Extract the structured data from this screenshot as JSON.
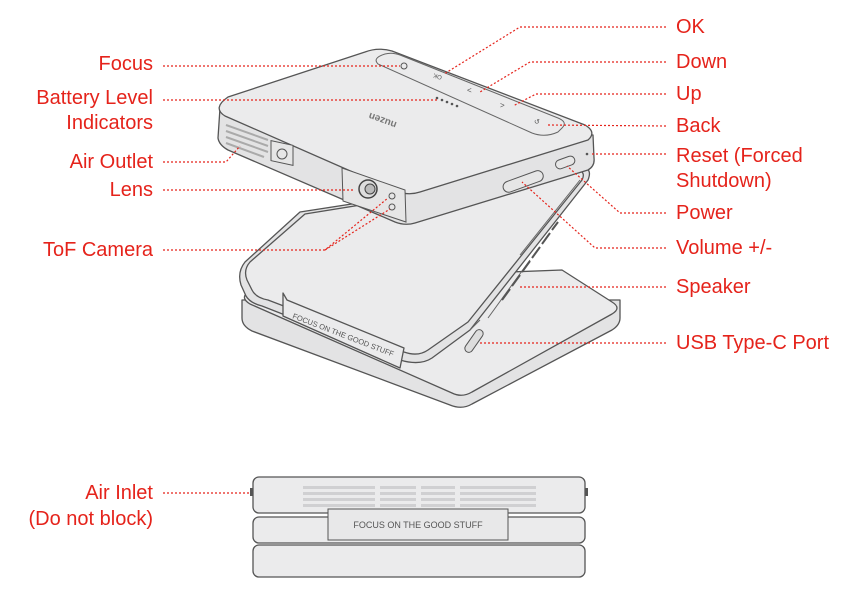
{
  "labels_left": {
    "focus": "Focus",
    "battery_line1": "Battery Level",
    "battery_line2": "Indicators",
    "air_outlet": "Air Outlet",
    "lens": "Lens",
    "tof_camera": "ToF Camera",
    "air_inlet_line1": "Air Inlet",
    "air_inlet_line2": "(Do not block)"
  },
  "labels_right": {
    "ok": "OK",
    "down": "Down",
    "up": "Up",
    "back": "Back",
    "reset_line1": "Reset (Forced",
    "reset_line2": "Shutdown)",
    "power": "Power",
    "volume": "Volume +/-",
    "speaker": "Speaker",
    "usb": "USB Type-C Port"
  },
  "device": {
    "ok_key": "OK",
    "stand_text": "FOCUS ON THE GOOD STUFF",
    "brand_logo": "nuzen"
  },
  "colors": {
    "accent": "#e5231b",
    "device": "#ebebec",
    "outline": "#555555"
  }
}
